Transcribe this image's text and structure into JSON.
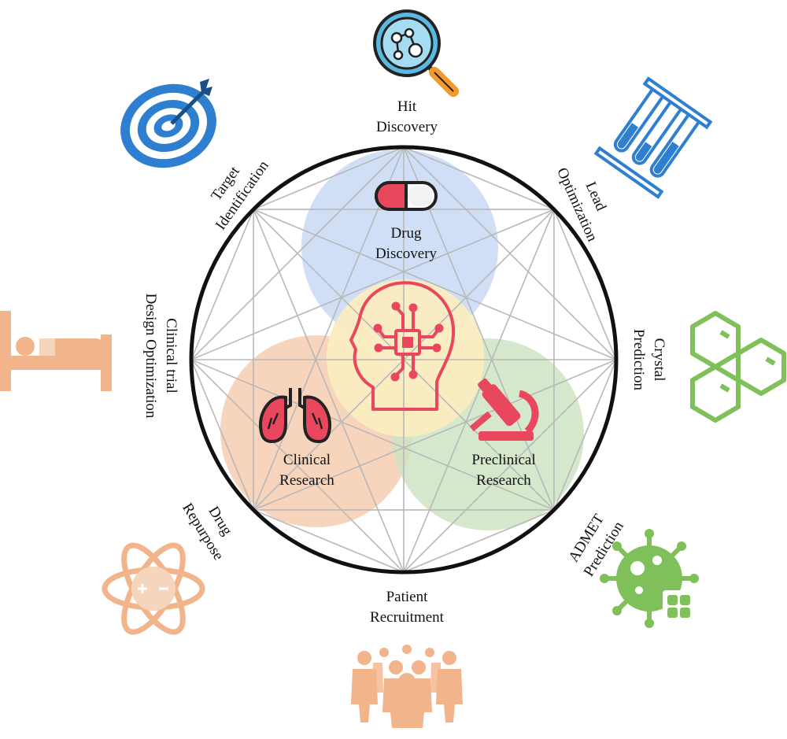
{
  "colors": {
    "blue": "#2f7fd0",
    "green": "#7fc05a",
    "peach": "#f2b48a",
    "red": "#e8475e",
    "circle_blue": "#c9d9f5",
    "circle_green": "#cfe4c3",
    "circle_peach": "#f6cdb0",
    "circle_yellow": "#fbecc0"
  },
  "center": {
    "top": {
      "line1": "Drug",
      "line2": "Discovery",
      "icon": "capsule-icon"
    },
    "left": {
      "line1": "Clinical",
      "line2": "Research",
      "icon": "lungs-icon"
    },
    "right": {
      "line1": "Preclinical",
      "line2": "Research",
      "icon": "microscope-icon"
    },
    "middle": {
      "icon": "ai-brain-head-icon"
    }
  },
  "stages": {
    "hit": {
      "line1": "Hit",
      "line2": "Discovery",
      "icon": "magnifier-molecule-icon"
    },
    "lead": {
      "line1": "Lead",
      "line2": "Optimization",
      "icon": "test-tubes-icon"
    },
    "crystal": {
      "line1": "Crystal",
      "line2": "Prediction",
      "icon": "hexagons-icon"
    },
    "admet": {
      "line1": "ADMET",
      "line2": "Prediction",
      "icon": "virus-icon"
    },
    "patient": {
      "line1": "Patient",
      "line2": "Recruitment",
      "icon": "people-group-icon"
    },
    "repurpose": {
      "line1": "Drug",
      "line2": "Repurpose",
      "icon": "atom-icon"
    },
    "clinical_trial": {
      "line1": "Clinical trial",
      "line2": "Design Optimization",
      "icon": "bed-icon"
    },
    "target": {
      "line1": "Target",
      "line2": "Identification",
      "icon": "target-icon"
    }
  }
}
